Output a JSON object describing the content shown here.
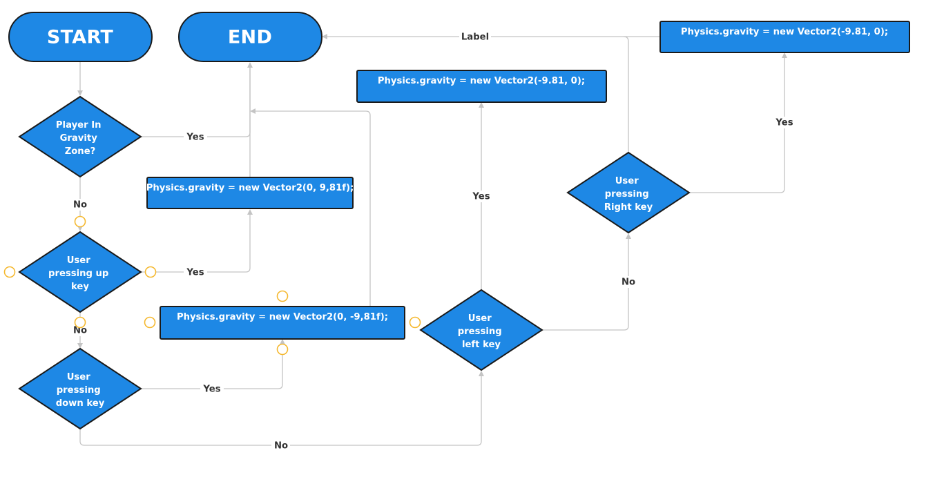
{
  "nodes": {
    "start": "START",
    "end": "END",
    "decision_zone": [
      "Player In",
      "Gravity",
      "Zone?"
    ],
    "decision_up": [
      "User",
      "pressing up",
      "key"
    ],
    "decision_down": [
      "User",
      "pressing",
      "down key"
    ],
    "decision_left": [
      "User",
      "pressing",
      "left key"
    ],
    "decision_right": [
      "User",
      "pressing",
      "Right key"
    ],
    "action_up": "Physics.gravity = new Vector2(0, 9,81f);",
    "action_down": "Physics.gravity = new Vector2(0, -9,81f);",
    "action_left": "Physics.gravity = new Vector2(-9.81, 0);",
    "action_right": "Physics.gravity = new Vector2(-9.81, 0);"
  },
  "edge_labels": {
    "zone_yes": "Yes",
    "zone_no": "No",
    "up_yes": "Yes",
    "up_no": "No",
    "down_yes": "Yes",
    "down_no": "No",
    "left_yes": "Yes",
    "left_no": "No",
    "right_yes": "Yes",
    "to_end": "Label"
  },
  "colors": {
    "shape_fill": "#1e88e5",
    "shape_stroke": "#1a1a1a",
    "connector": "#c4c4c4",
    "selection_handle": "#f5b82e"
  }
}
